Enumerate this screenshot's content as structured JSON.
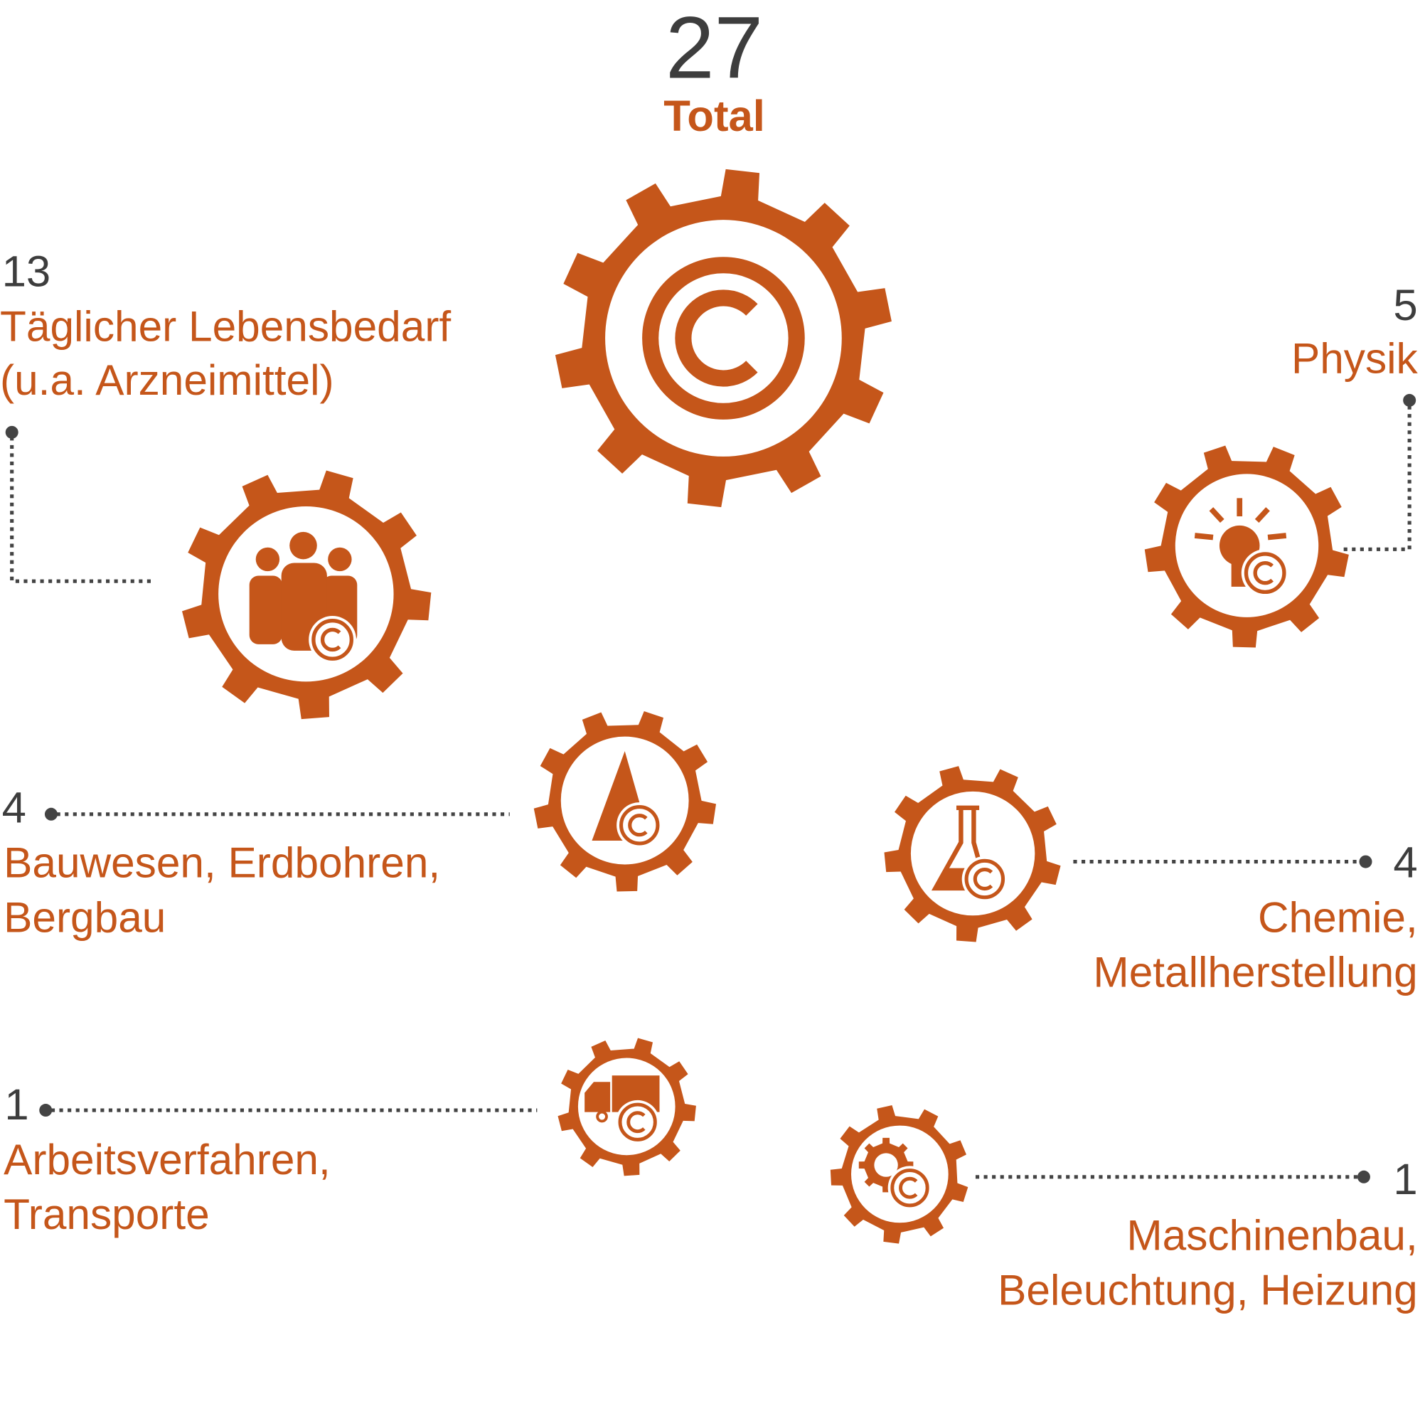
{
  "colors": {
    "accent": "#c5561a",
    "text_dark": "#3d3d3d",
    "leader": "#444444"
  },
  "total": {
    "value": "27",
    "label": "Total",
    "icon": "copyright-gear-icon"
  },
  "categories": [
    {
      "count": "13",
      "lines": [
        "Täglicher Lebensbedarf",
        "(u.a. Arzneimittel)"
      ],
      "icon": "people-gear-icon"
    },
    {
      "count": "5",
      "lines": [
        "Physik"
      ],
      "icon": "lightbulb-gear-icon"
    },
    {
      "count": "4",
      "lines": [
        "Bauwesen, Erdbohren,",
        "Bergbau"
      ],
      "icon": "triangle-gear-icon"
    },
    {
      "count": "4",
      "lines": [
        "Chemie,",
        "Metallherstellung"
      ],
      "icon": "flask-gear-icon"
    },
    {
      "count": "1",
      "lines": [
        "Arbeitsverfahren,",
        "Transporte"
      ],
      "icon": "truck-gear-icon"
    },
    {
      "count": "1",
      "lines": [
        "Maschinenbau,",
        "Beleuchtung, Heizung"
      ],
      "icon": "machine-gear-icon"
    }
  ]
}
